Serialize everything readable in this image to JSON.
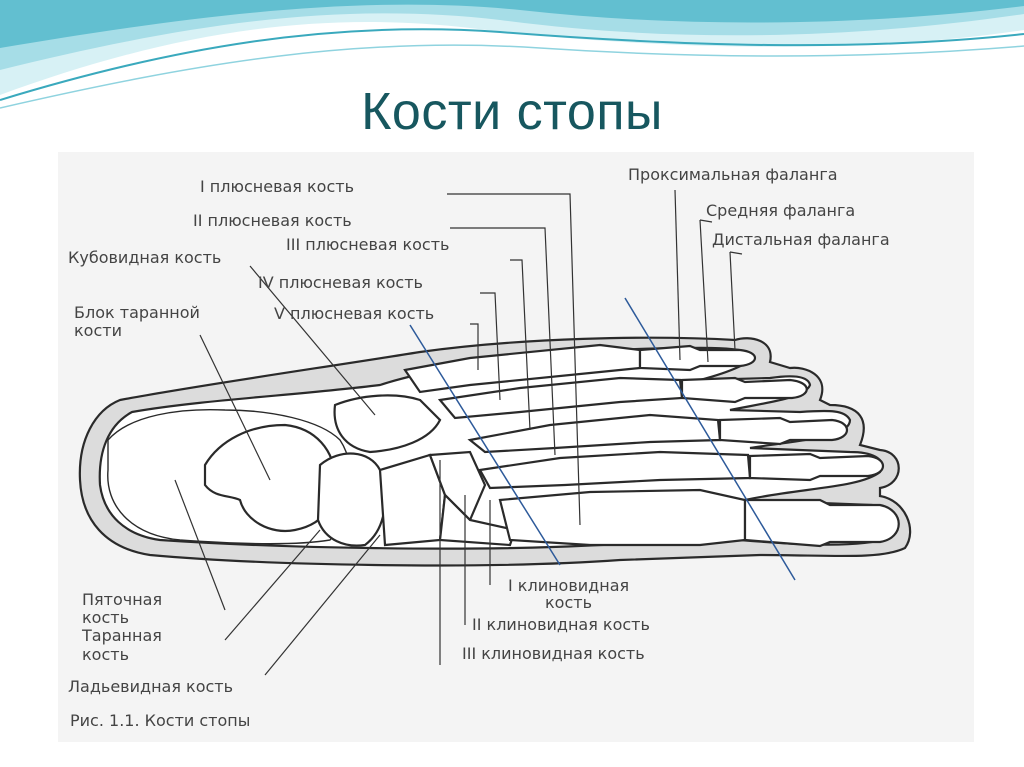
{
  "slide": {
    "title": "Кости стопы"
  },
  "figure": {
    "caption": "Рис. 1.1. Кости стопы",
    "labels": {
      "metatarsal_1": "I плюсневая кость",
      "metatarsal_2": "II плюсневая кость",
      "metatarsal_3": "III плюсневая кость",
      "metatarsal_4": "IV плюсневая кость",
      "metatarsal_5": "V плюсневая кость",
      "cuboid": "Кубовидная кость",
      "talus_block_1": "Блок таранной",
      "talus_block_2": "кости",
      "proximal_phalanx": "Проксимальная фаланга",
      "middle_phalanx": "Средняя фаланга",
      "distal_phalanx": "Дистальная фаланга",
      "calcaneus_1": "Пяточная",
      "calcaneus_2": "кость",
      "talus_1": "Таранная",
      "talus_2": "кость",
      "navicular": "Ладьевидная кость",
      "cuneiform_1a": "I клиновидная",
      "cuneiform_1b": "кость",
      "cuneiform_2": "II клиновидная кость",
      "cuneiform_3": "III клиновидная кость"
    }
  },
  "colors": {
    "title": "#17575f",
    "wave_light": "#cfeef3",
    "wave_mid": "#8fd3df",
    "wave_dark": "#3aa9bd",
    "figure_bg": "#f4f4f4",
    "bone_line": "#2a2a2a",
    "blue_line": "#2d5a9a"
  }
}
